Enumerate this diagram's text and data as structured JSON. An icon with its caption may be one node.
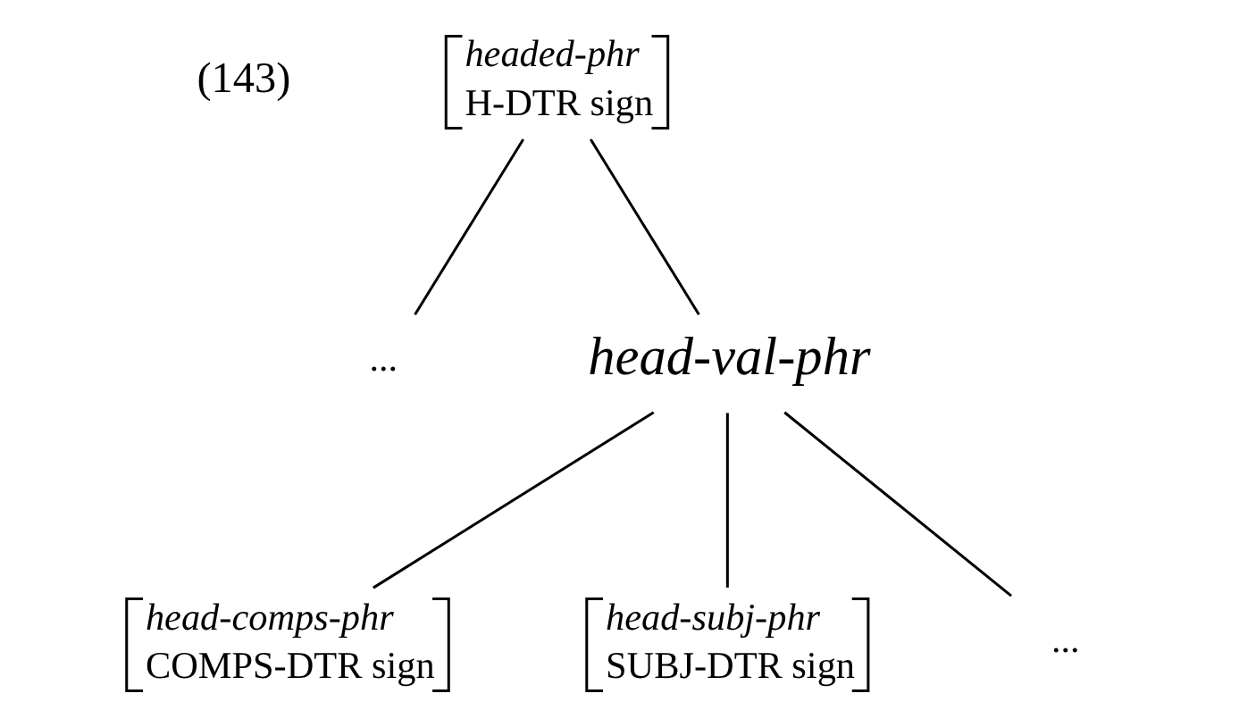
{
  "diagram": {
    "nodes": [
      {
        "text": [
          "headed-phr",
          "H-DTR sign"
        ]
      },
      {
        "text": [
          "..."
        ]
      },
      {
        "text": [
          "head-val-phr"
        ]
      },
      {
        "text": [
          "head-comps-phr",
          "COMPS-DTR sign"
        ]
      },
      {
        "text": [
          "head-subj-phr",
          "SUBJ-DTR sign"
        ]
      },
      {
        "text": [
          "..."
        ]
      }
    ],
    "edges": [
      {
        "from": 0,
        "to": 1,
        "arrow": "none"
      },
      {
        "from": 0,
        "to": 2,
        "arrow": "none"
      },
      {
        "from": 2,
        "to": 3,
        "arrow": "none"
      },
      {
        "from": 2,
        "to": 4,
        "arrow": "none"
      },
      {
        "from": 2,
        "to": 5,
        "arrow": "none"
      }
    ],
    "labels": [
      "(143)"
    ]
  }
}
